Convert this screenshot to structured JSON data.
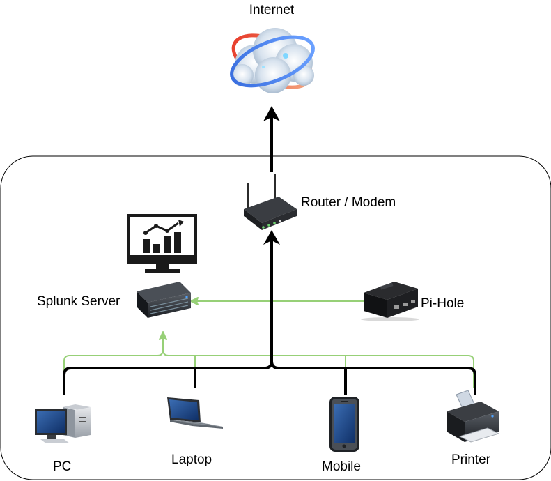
{
  "labels": {
    "internet": "Internet",
    "router": "Router / Modem",
    "splunk": "Splunk Server",
    "pihole": "Pi-Hole",
    "pc": "PC",
    "laptop": "Laptop",
    "mobile": "Mobile",
    "printer": "Printer"
  },
  "colors": {
    "data_link": "#97D077",
    "network_link": "#000000",
    "boundary": "#000000"
  },
  "icons": {
    "internet": "cloud-globe-icon",
    "router": "wifi-router-icon",
    "splunk_monitor": "analytics-monitor-icon",
    "splunk_server": "rack-server-icon",
    "pihole": "raspberry-pi-icon",
    "pc": "desktop-computer-icon",
    "laptop": "laptop-icon",
    "mobile": "smartphone-icon",
    "printer": "printer-icon"
  }
}
